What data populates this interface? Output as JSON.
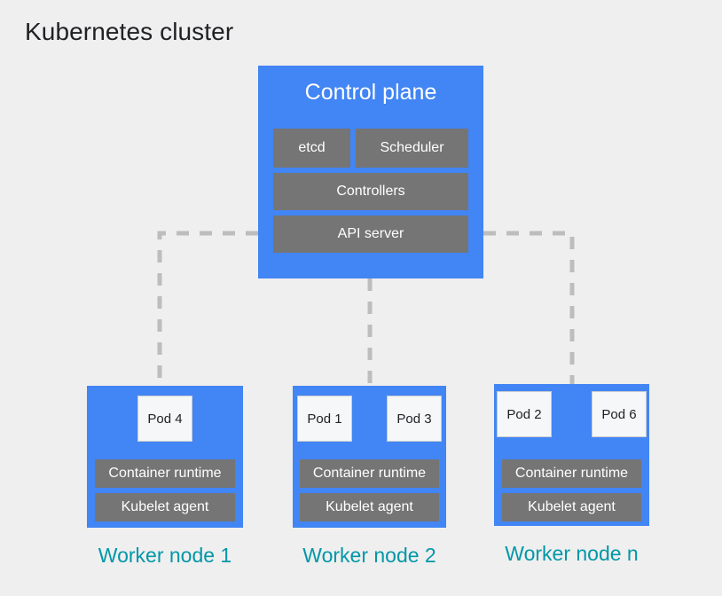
{
  "page": {
    "title": "Kubernetes cluster",
    "background_color": "#efefef"
  },
  "colors": {
    "node_blue": "#4285f4",
    "component_gray": "#757575",
    "node_label_teal": "#0097a7",
    "pod_white": "#f6f7f8",
    "connector_gray": "#bdbdbd",
    "title_text": "#202124"
  },
  "control_plane": {
    "title": "Control plane",
    "components": [
      {
        "label": "etcd"
      },
      {
        "label": "Scheduler"
      },
      {
        "label": "Controllers"
      },
      {
        "label": "API server"
      }
    ]
  },
  "worker_nodes": [
    {
      "label": "Worker node 1",
      "pods": [
        {
          "label": "Pod 4"
        }
      ],
      "components": [
        {
          "label": "Container runtime"
        },
        {
          "label": "Kubelet agent"
        }
      ]
    },
    {
      "label": "Worker node 2",
      "pods": [
        {
          "label": "Pod 1"
        },
        {
          "label": "Pod 3"
        }
      ],
      "components": [
        {
          "label": "Container runtime"
        },
        {
          "label": "Kubelet agent"
        }
      ]
    },
    {
      "label": "Worker node n",
      "pods": [
        {
          "label": "Pod 2"
        },
        {
          "label": "Pod 6"
        }
      ],
      "components": [
        {
          "label": "Container runtime"
        },
        {
          "label": "Kubelet agent"
        }
      ]
    }
  ],
  "connectors": {
    "description": "dashed-link-api-server-to-worker-nodes",
    "style": "dashed"
  }
}
